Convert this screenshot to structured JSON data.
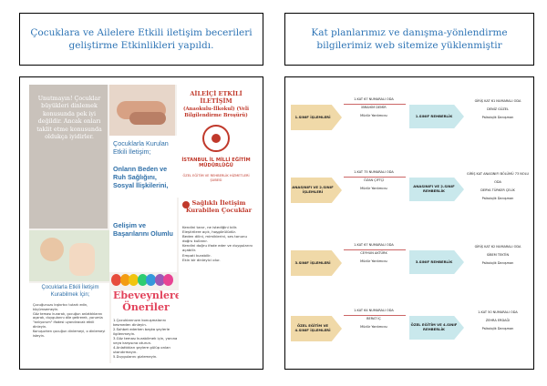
{
  "captions": {
    "left": "Çocuklara ve Ailelere Etkili iletişim becerileri geliştirme Etkinlikleri yapıldı.",
    "right": "Kat planlarımız ve danışma-yönlendirme bilgilerimiz web sitemize yüklenmiştir"
  },
  "brochure": {
    "quote": "Unutmayın! Çocuklar büyükleri dinlemek konusunda pek iyi değildir. Ancak onları taklit etme konusunda oldukça iyidirler.",
    "aile_title": "AİLEİÇİ ETKİLİ İLETİŞİM",
    "aile_subtitle": "(Anaokulu-İlkokul) (Veli Bilgilendirme Broşürü)",
    "istanbul": "İSTANBUL İL MİLLİ EĞİTİM MÜDÜRLÜĞÜ",
    "ozel": "ÖZEL EĞİTİM VE REHBERLİK HİZMETLERİ ŞUBESİ",
    "mid_heading1": "Çocuklarla Kurulan Etkili İletişim;",
    "mid_heading2": "Onların Beden ve Ruh Sağlığını, Sosyal İlişkilerini,",
    "mid_heading3": "Gelişim ve Başarılarını Olumlu",
    "left_bottom_title": "Çocuklarla Etkili İletişim Kurabilmek İçin;",
    "left_bottom_list": [
      "Çocuğunuzu kışkırtıcı tutarlı edin, küçümsemeyin.",
      "Göz teması kurarak, çocuğun anlattıklarını açarak, duygularını dile getirerek, yorumla \"anlıyorum\" ifadesi uyandıracak etkili dinleyin.",
      "Konuşurken çocuğun dinlemeyi, o dinlemeyi isteyin."
    ],
    "ebev_title": "Ebeveynlere Öneriler",
    "ebev_list": [
      "1.Çocuklarınızın konuşmalarını kesmeden dinleyin.",
      "2.Sohbet ederken başka şeylerle ilgilenmeyin.",
      "3.Göz teması kurabilmek için, yanına veya karşısına oturun.",
      "4.Anlattıkları şeylere gülüp onları utandırmayın.",
      "5.Duygularını gizlemeyin."
    ],
    "saglikli_title": "Sağlıklı İletişim Kurabilen Çocuklar",
    "saglikli_list": [
      "Kendini tanır, ne istediğini bilir.",
      "Eleştirilere açık, hoşgörülüdür.",
      "Beden dilini, mimiklerini, ses tonunu doğru kullanır.",
      "Kendini doğru ifade eder ve duygularını açabilir.",
      "Empati kurabilir.",
      "Ekin bir dinleyici olur."
    ],
    "balloon_colors": [
      "#e74c3c",
      "#f39c12",
      "#f1c40f",
      "#2ecc71",
      "#3498db",
      "#9b59b6",
      "#e84393"
    ]
  },
  "flow": {
    "rows": [
      {
        "left_label": "1.SINIF İŞLEMLERİ",
        "left_lines": [
          "1.KAT 67 NUMARALI ODA",
          "İBRAHİM DEMİR",
          "Müdür Yardımcısı"
        ],
        "right_label": "1.SINIF REHBERLİK",
        "right_lines": [
          "GİRİŞ KAT 61 NUMARALI ODA",
          "DENİZ GÜZEL",
          "Psikolojik Danışman"
        ]
      },
      {
        "left_label": "ANASINIFI VE 2.SINIF İŞLEMLERİ",
        "left_lines": [
          "1.KAT 75 NUMARALI ODA",
          "ÖZAN ÇİFTÇİ",
          "Müdür Yardımcısı"
        ],
        "right_label": "ANASINIFI VE 2.SINIF REHBERLİK",
        "right_lines": [
          "GİRİŞ KAT ANASINIFI BÖLÜMÜ 73 NOLU ODA",
          "DERYA TÜRKER ÇELİK",
          "Psikolojik Danışman"
        ]
      },
      {
        "left_label": "3.SINIF İŞLEMLERİ",
        "left_lines": [
          "1.KAT 67 NUMARALI ODA",
          "CEYHUN AKTÜRK",
          "Müdür Yardımcısı"
        ],
        "right_label": "3.SINIF REHBERLİK",
        "right_lines": [
          "GİRİŞ KAT 62 NUMARALI ODA",
          "SİBEM TEKTİN",
          "Psikolojik Danışman"
        ]
      },
      {
        "left_label": "ÖZEL EĞİTİM VE 4.SINIF İŞLEMLERİ",
        "left_lines": [
          "1.KAT 64 NUMARALI ODA",
          "BERAT İÇ",
          "Müdür Yardımcısı"
        ],
        "right_label": "ÖZEL EĞİTİM VE 4.SINIF REHBERLİK",
        "right_lines": [
          "1.KAT 50 NUMARALI ODA",
          "ZEHRA ERDAĞI",
          "Psikolojik Danışman"
        ]
      }
    ]
  }
}
